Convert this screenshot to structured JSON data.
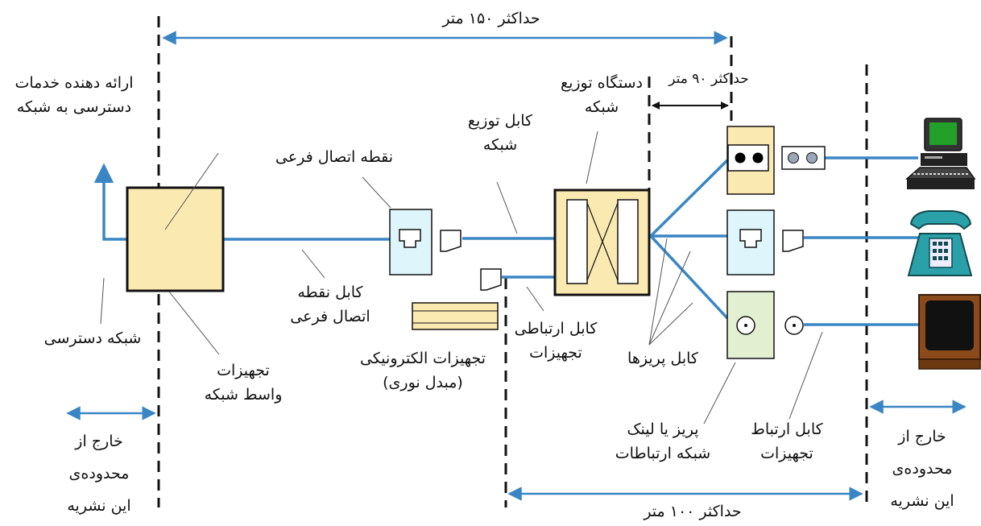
{
  "colors": {
    "cable": "#3a86c4",
    "arrow": "#3a86c4",
    "yellow_fill": "#fbe9b2",
    "cyan_fill": "#def6fb",
    "green_fill": "#e3efd1",
    "leader": "#555555",
    "boundary": "#111111"
  },
  "icons": {
    "computer": "computer-icon",
    "telephone": "telephone-icon",
    "television": "television-icon",
    "rj45_jack": "rj45-jack-icon",
    "coax_outlet": "coax-outlet-icon",
    "fiber_outlet": "fiber-outlet-icon"
  },
  "labels": {
    "max_150": "حداکثر ۱۵۰ متر",
    "max_90": "حداکثر ۹۰ متر",
    "max_100": "حداکثر ۱۰۰ متر",
    "access_provider": "ارائه دهنده خدمات\nدسترسی به شبکه",
    "access_network": "شبکه دسترسی",
    "interface_equipment": "تجهیزات\nواسط شبکه",
    "sub_connection_point": "نقطه اتصال فرعی",
    "sub_connection_cable": "کابل نقطه\nاتصال فرعی",
    "distribution_cable": "کابل توزیع\nشبکه",
    "distribution_device": "دستگاه توزیع\nشبکه",
    "electronic_equipment": "تجهیزات الکترونیکی\n(مبدل نوری)",
    "patch_cable": "کابل ارتباطی\nتجهیزات",
    "outlet_cables": "کابل پریزها",
    "outlet_or_link": "پریز یا لینک\nشبکه ارتباطات",
    "equipment_cable": "کابل ارتباط\nتجهیزات",
    "outside_scope_left": "خارج از\nمحدوده‌ی\nاین نشریه",
    "outside_scope_right": "خارج از\nمحدوده‌ی\nاین نشریه"
  }
}
